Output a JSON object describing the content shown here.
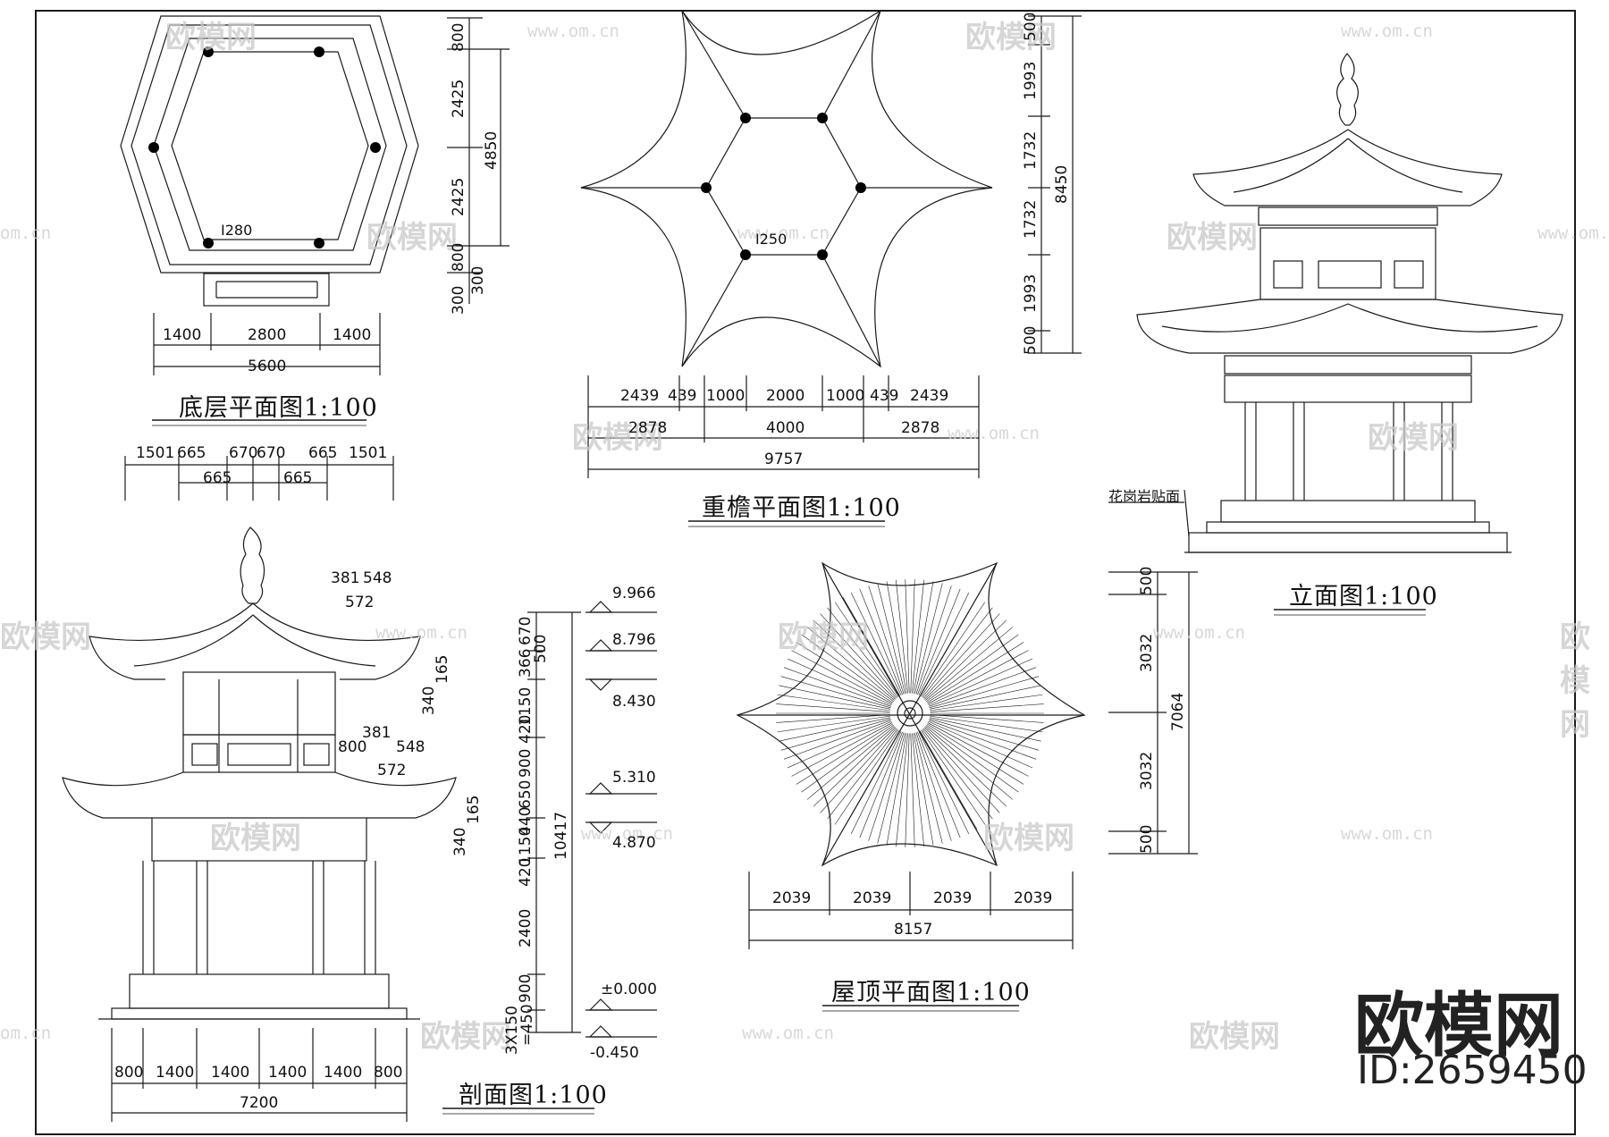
{
  "titles": {
    "ground_plan": "底层平面图1:100",
    "eave_plan": "重檐平面图1:100",
    "elevation": "立面图1:100",
    "section": "剖面图1:100",
    "roof_plan": "屋顶平面图1:100"
  },
  "notes": {
    "granite": "花岗岩贴面",
    "col_ground": "Ⅰ280",
    "col_eave": "Ⅰ250"
  },
  "brand": {
    "name": "欧模网",
    "id": "ID:2659450"
  },
  "watermark": {
    "name": "欧模网",
    "url": "www.om.cn",
    "url_short": "om.cn"
  },
  "ground_plan_dims": {
    "bottom": [
      "1400",
      "2800",
      "1400"
    ],
    "total": "5600",
    "right": [
      "800",
      "2425",
      "2425",
      "800"
    ],
    "right_total": "4850",
    "extra": [
      "300",
      "300"
    ]
  },
  "eave_plan_dims": {
    "row1": [
      "2439",
      "439",
      "1000",
      "2000",
      "1000",
      "439",
      "2439"
    ],
    "row2": [
      "2878",
      "4000",
      "2878"
    ],
    "total": "9757",
    "right": [
      "500",
      "1993",
      "1732",
      "1732",
      "1993",
      "500"
    ],
    "right_total": "8450"
  },
  "roof_plan_dims": {
    "row": [
      "2039",
      "2039",
      "2039",
      "2039"
    ],
    "total": "8157",
    "left": [
      "500",
      "3032",
      "3032",
      "500"
    ],
    "left_total": "7064"
  },
  "section_dims": {
    "top": [
      "1501",
      "665",
      "670",
      "670",
      "665",
      "1501"
    ],
    "top2": [
      "665",
      "665"
    ],
    "bottom": [
      "800",
      "1400",
      "1400",
      "1400",
      "1400",
      "800"
    ],
    "total": "7200",
    "upper_eave": [
      "381",
      "548",
      "572"
    ],
    "lower_eave": [
      "381",
      "548",
      "572"
    ],
    "eave_depth": [
      "800"
    ],
    "upper_sub": [
      "340",
      "165"
    ],
    "lower_sub": [
      "340",
      "165"
    ],
    "vertical": [
      "670",
      "366",
      "500",
      "1150",
      "420",
      "900",
      "650",
      "440",
      "1150",
      "420",
      "2400",
      "900",
      "3X150",
      "=450"
    ],
    "vertical_total": "10417",
    "levels": [
      "9.966",
      "8.796",
      "8.430",
      "5.310",
      "4.870",
      "±0.000",
      "-0.450"
    ]
  }
}
